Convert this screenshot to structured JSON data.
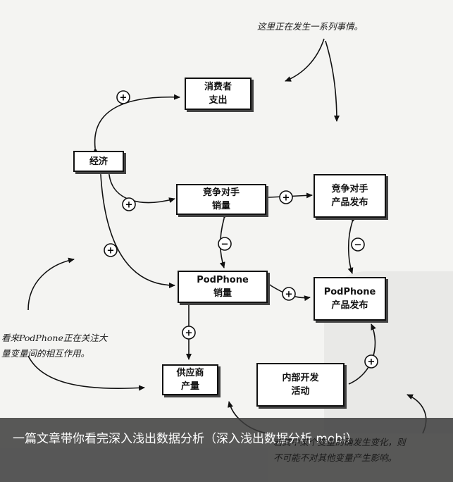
{
  "diagram": {
    "nodes": {
      "consumer": {
        "line1": "消费者",
        "line2": "支出"
      },
      "economy": {
        "line1": "经济"
      },
      "competitor_sales": {
        "line1": "竞争对手",
        "line2": "销量"
      },
      "competitor_release": {
        "line1": "竞争对手",
        "line2": "产品发布"
      },
      "podphone_sales": {
        "line1": "PodPhone",
        "line2": "销量"
      },
      "podphone_release": {
        "line1": "PodPhone",
        "line2": "产品发布"
      },
      "supplier": {
        "line1": "供应商",
        "line2": "产量"
      },
      "rnd": {
        "line1": "内部开发",
        "line2": "活动"
      }
    },
    "signs": {
      "plus": "+",
      "minus": "−"
    }
  },
  "annotations": {
    "top": "这里正在发生一系列事情。",
    "left_line1": "看来PodPhone正在关注大",
    "left_line2": "量变量间的相互作用。",
    "bottom_line1": "若其中某个变量的确发生变化，则",
    "bottom_line2": "不可能不对其他变量产生影响。"
  },
  "banner": {
    "text": "一篇文章带你看完深入浅出数据分析（深入浅出数据分析 mobi）"
  },
  "colors": {
    "ink": "#111111",
    "banner_bg": "#3c3c3c",
    "paper": "#f4f4f2"
  }
}
